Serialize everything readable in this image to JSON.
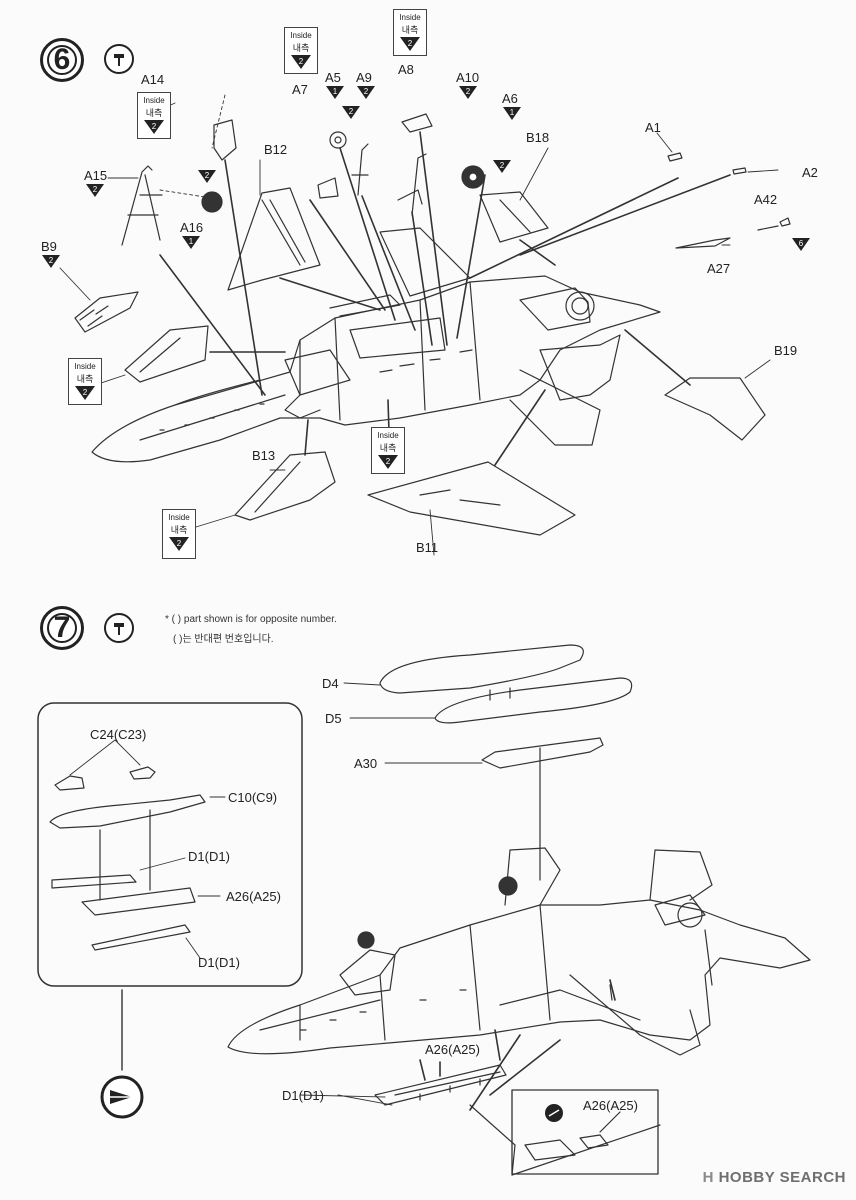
{
  "step6": {
    "number": "6",
    "inside_en": "Inside",
    "inside_ko": "내측",
    "inside_count": "2",
    "parts": [
      {
        "key": "a14",
        "label": "A14",
        "count": "2"
      },
      {
        "key": "a15",
        "label": "A15",
        "count": "2"
      },
      {
        "key": "a16",
        "label": "A16",
        "count": "1"
      },
      {
        "key": "a5",
        "label": "A5",
        "count": "1"
      },
      {
        "key": "a9",
        "label": "A9",
        "count": "2"
      },
      {
        "key": "a10",
        "label": "A10",
        "count": "2"
      },
      {
        "key": "a6",
        "label": "A6",
        "count": "1"
      },
      {
        "key": "a42",
        "label": "A42",
        "count": "6"
      }
    ],
    "labels": {
      "a7": "A7",
      "a8": "A8",
      "a1": "A1",
      "a2": "A2",
      "a27": "A27",
      "b12": "B12",
      "b18": "B18",
      "b9": "B9",
      "b19": "B19",
      "b13": "B13",
      "b11": "B11"
    },
    "extra_counts": {
      "a16_side": "2",
      "a5_side": "2",
      "a6_side": "2"
    }
  },
  "step7": {
    "number": "7",
    "note_en": "* (  ) part shown is for opposite number.",
    "note_ko": "(  )는 반대편 번호입니다.",
    "labels": {
      "d4": "D4",
      "d5": "D5",
      "a30": "A30",
      "c24": "C24(C23)",
      "c10": "C10(C9)",
      "d1_top": "D1(D1)",
      "a26_inset": "A26(A25)",
      "d1_bottom": "D1(D1)",
      "a26_main": "A26(A25)",
      "d1_main": "D1(D1)",
      "a26_detail": "A26(A25)"
    }
  },
  "watermark": {
    "brand": "HOBBY SEARCH",
    "prefix": "H"
  }
}
